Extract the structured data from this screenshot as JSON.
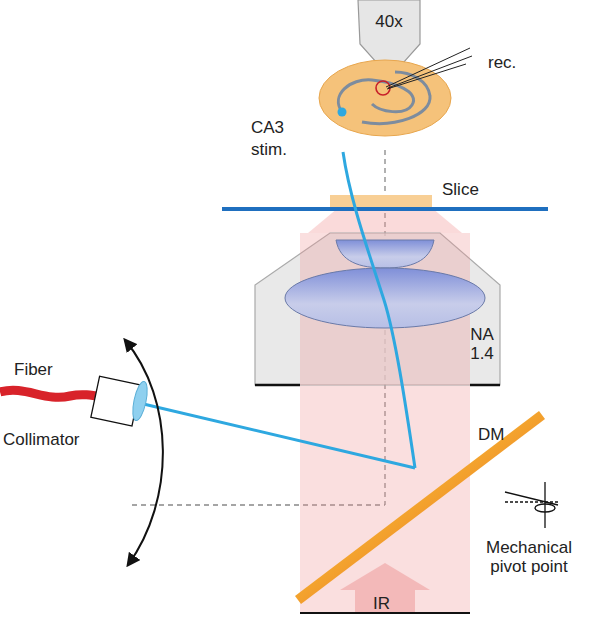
{
  "diagram": {
    "nodes": [
      {
        "text": [
          "40x"
        ]
      },
      {
        "text": [
          "NA 1.4"
        ]
      }
    ],
    "labels": [
      "CA3",
      "stim.",
      "rec.",
      "Slice",
      "Fiber",
      "Collimator",
      "DM",
      "Mechanical pivot point",
      "IR"
    ]
  }
}
